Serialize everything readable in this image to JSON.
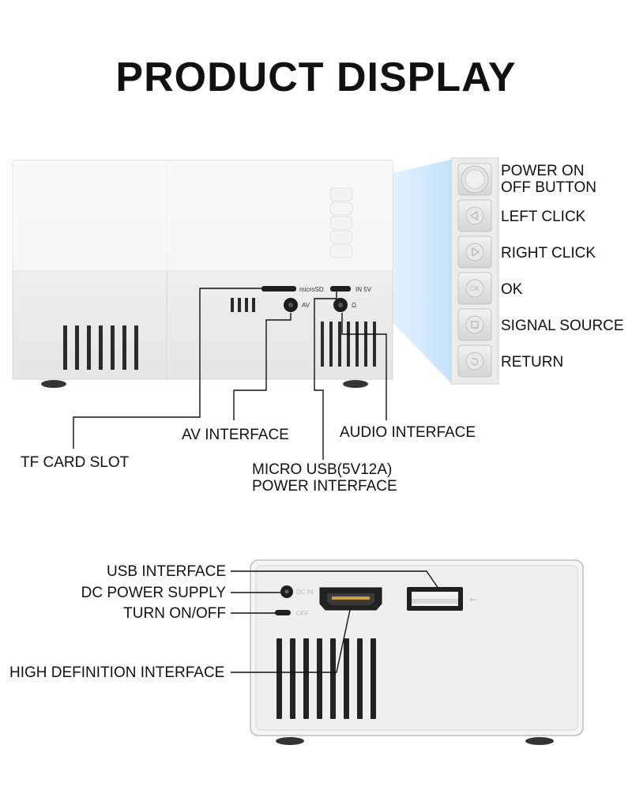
{
  "title": "PRODUCT DISPLAY",
  "top_view": {
    "ports": {
      "microsd": "microSD",
      "in5v": "IN 5V",
      "av": "AV"
    },
    "buttons": [
      {
        "label": "POWER ON\nOFF BUTTON",
        "icon": "power-button-icon"
      },
      {
        "label": "LEFT CLICK",
        "icon": "triangle-left-icon"
      },
      {
        "label": "RIGHT CLICK",
        "icon": "triangle-right-icon"
      },
      {
        "label": "OK",
        "icon": "ok-icon"
      },
      {
        "label": "SIGNAL SOURCE",
        "icon": "signal-source-icon"
      },
      {
        "label": "RETURN",
        "icon": "return-icon"
      }
    ],
    "callouts": {
      "tf_card_slot": "TF CARD SLOT",
      "av_interface": "AV INTERFACE",
      "audio_interface": "AUDIO INTERFACE",
      "micro_usb": "MICRO USB(5V12A)\nPOWER INTERFACE"
    }
  },
  "rear_view": {
    "ports": {
      "dc_in": "DC IN",
      "off": "OFF"
    },
    "callouts": {
      "usb_interface": "USB INTERFACE",
      "dc_power_supply": "DC POWER SUPPLY",
      "turn_on_off": "TURN ON/OFF",
      "hd_interface": "HIGH DEFINITION INTERFACE"
    }
  }
}
